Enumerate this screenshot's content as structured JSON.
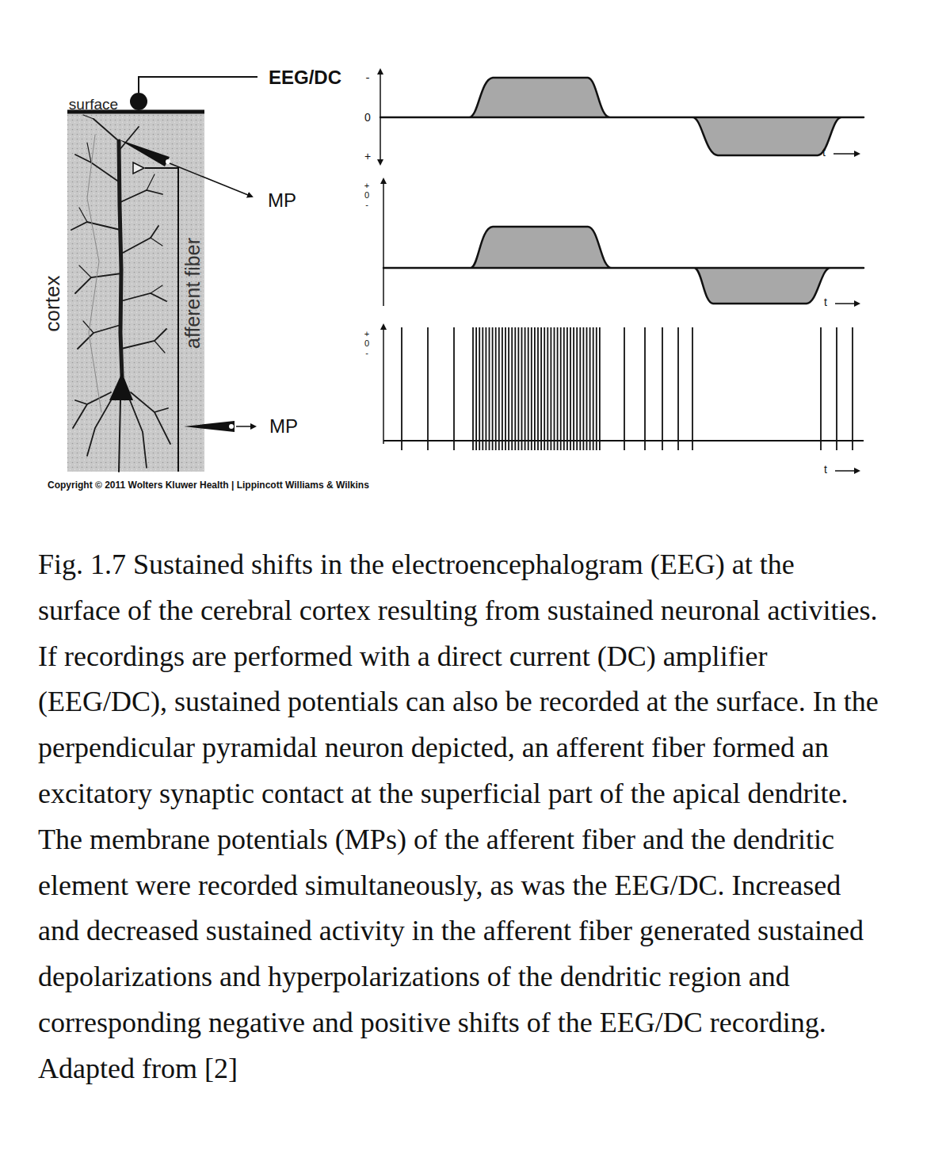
{
  "diagram": {
    "caption": "Fig. 1.7 Sustained shifts in the electroencephalogram (EEG) at the surface of the cerebral cortex resulting from sustained neuronal activities. If recordings are performed with a direct current (DC) amplifier (EEG/DC), sustained potentials can also be recorded at the surface. In the perpendicular pyramidal neuron depicted, an afferent fiber formed an excitatory synaptic contact at the superficial part of the apical dendrite. The membrane potentials (MPs) of the afferent fiber and the dendritic element were recorded simultaneously, as was the EEG/DC. Increased and decreased sustained activity in the afferent fiber generated sustained depolarizations and hyperpolarizations of the dendritic region and corresponding negative and positive shifts of the EEG/DC recording. Adapted from [2]",
    "labels": [
      "surface",
      "EEG/DC",
      "MP",
      "MP",
      "cortex",
      "afferent fiber",
      "-",
      "0",
      "+",
      "t",
      "+",
      "0",
      "-",
      "t",
      "+",
      "0",
      "-",
      "t",
      "Copyright © 2011 Wolters Kluwer Health | Lippincott Williams & Wilkins"
    ]
  }
}
